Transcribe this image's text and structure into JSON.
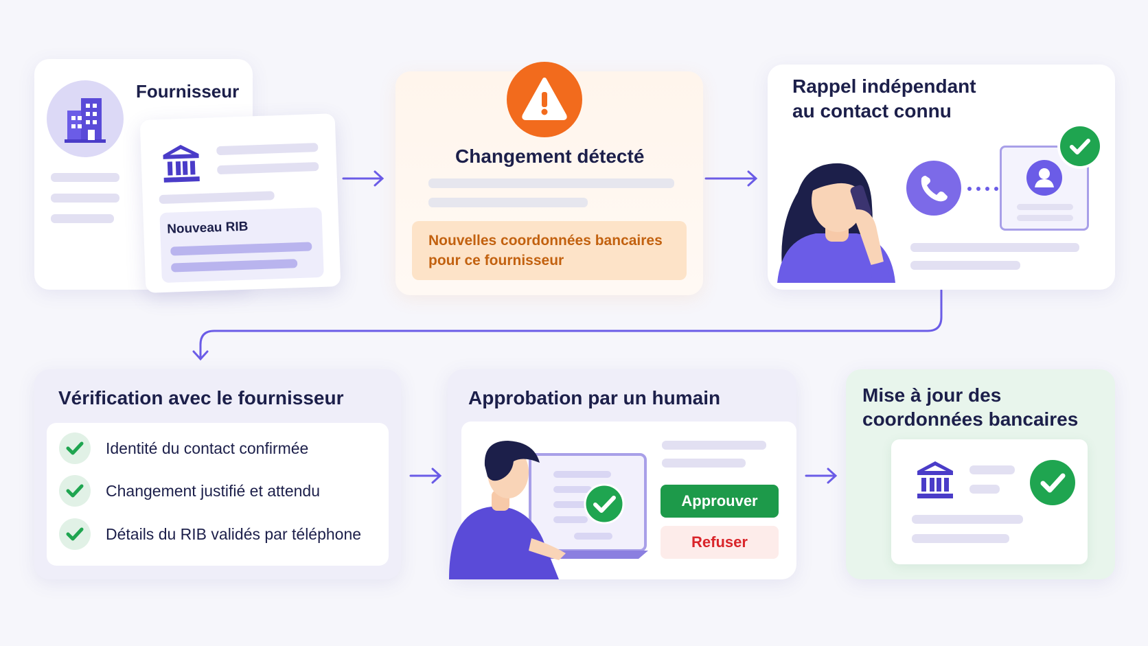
{
  "step1": {
    "title": "Fournisseur",
    "doc_label": "Nouveau RIB"
  },
  "step2": {
    "title": "Changement détecté",
    "alert": "Nouvelles coordonnées bancaires pour ce fournisseur"
  },
  "step3": {
    "title": "Rappel indépendant au contact connu"
  },
  "step4": {
    "title": "Vérification avec le fournisseur",
    "items": [
      {
        "label": "Identité du contact confirmée"
      },
      {
        "label": "Changement justifié et attendu"
      },
      {
        "label": "Détails du RIB validés par téléphone"
      }
    ]
  },
  "step5": {
    "title": "Approbation par un humain",
    "approve_label": "Approuver",
    "refuse_label": "Refuser"
  },
  "step6": {
    "title": "Mise à jour des coordonnées bancaires"
  },
  "colors": {
    "accent": "#6b5ce7",
    "warning": "#f26b1d",
    "success": "#1fa550",
    "danger": "#d9252a"
  },
  "icons": [
    "building-icon",
    "bank-icon",
    "warning-icon",
    "phone-icon",
    "user-icon",
    "check-icon"
  ]
}
